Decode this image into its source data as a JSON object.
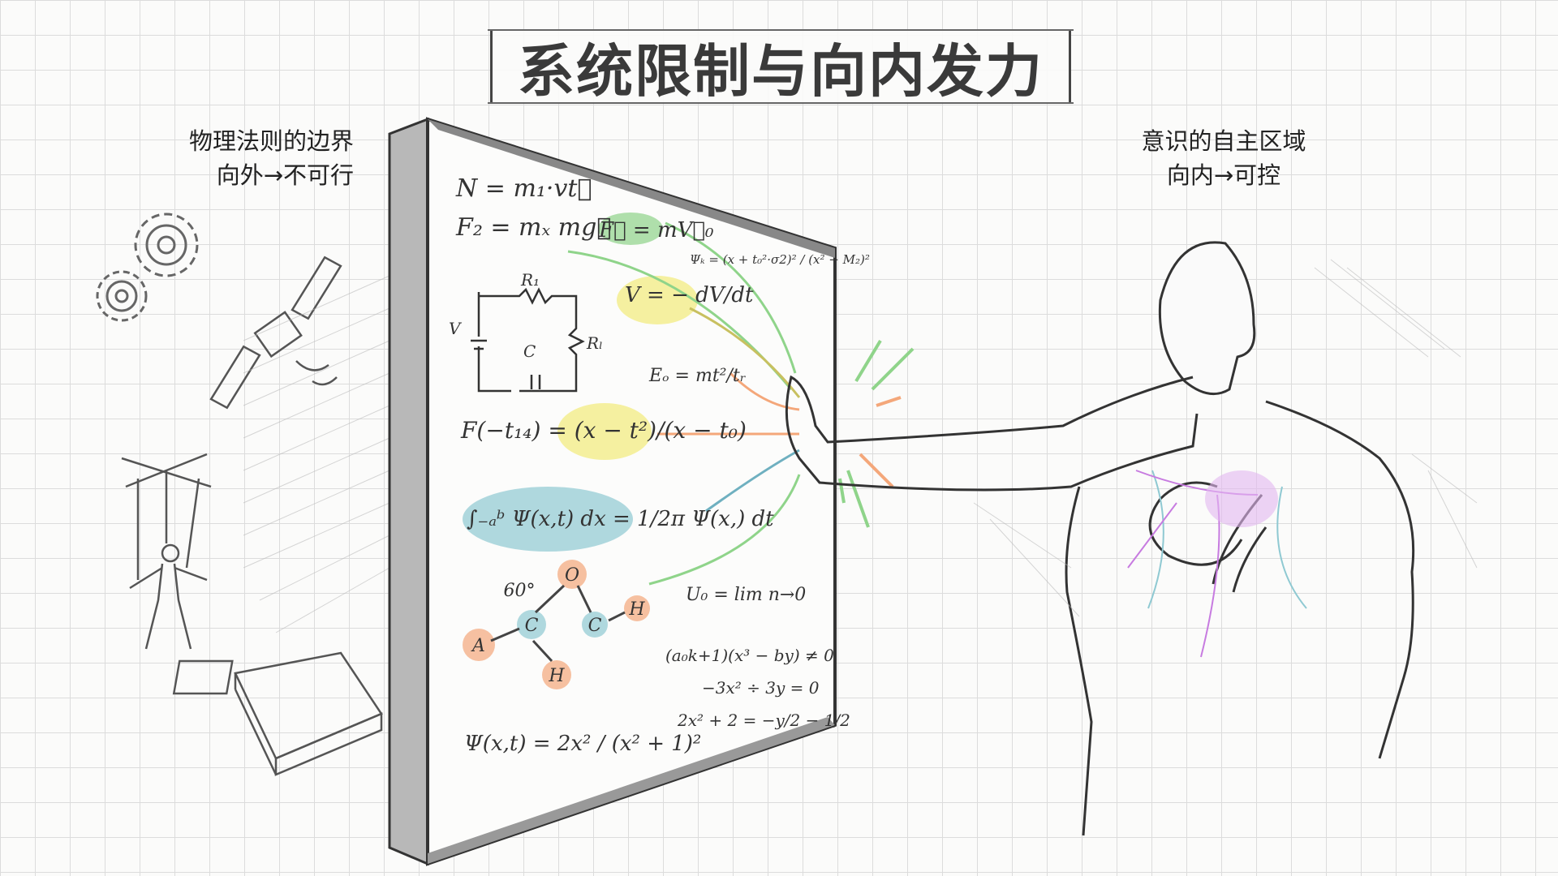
{
  "title": "系统限制与向内发力",
  "left_label": {
    "line1": "物理法则的边界",
    "line2": "向外→不可行"
  },
  "right_label": {
    "line1": "意识的自主区域",
    "line2": "向内→可控"
  },
  "wall_equations": [
    "N = m₁·vt⃗",
    "F₂ = mₓ mg⃗",
    "F⃗ = mV⃗₀",
    "V = − dV/dt",
    "Eₒ = mt²/tᵣ",
    "F(−t₁₄) = (x − t²)/(x − t₀)",
    "∫₋ₐᵇ Ψ(x,t) dx = 1/2π Ψ(x,) dt",
    "U₀ = lim n→0",
    "(a₀k+1)(x³ − by) ≠ 0",
    "−3x² ÷ 3y = 0",
    "2x² + 2 = −y/2 − 1/2",
    "Ψ(x,t) = 2x² / (x² + 1)²",
    "Ψₖ = (x + t₀²·σ2)² / (x² − M₂)²"
  ],
  "circuit_labels": [
    "R₁",
    "V",
    "C",
    "Rₗ"
  ],
  "molecule": {
    "angle": "60°",
    "atoms": [
      "A",
      "C",
      "O",
      "C",
      "H",
      "H"
    ]
  },
  "colors": {
    "green": "#8fd48a",
    "yellow": "#f3ec7a",
    "orange": "#f4a77a",
    "teal": "#8fc9d2",
    "purple": "#c77be0",
    "ink": "#333333"
  }
}
